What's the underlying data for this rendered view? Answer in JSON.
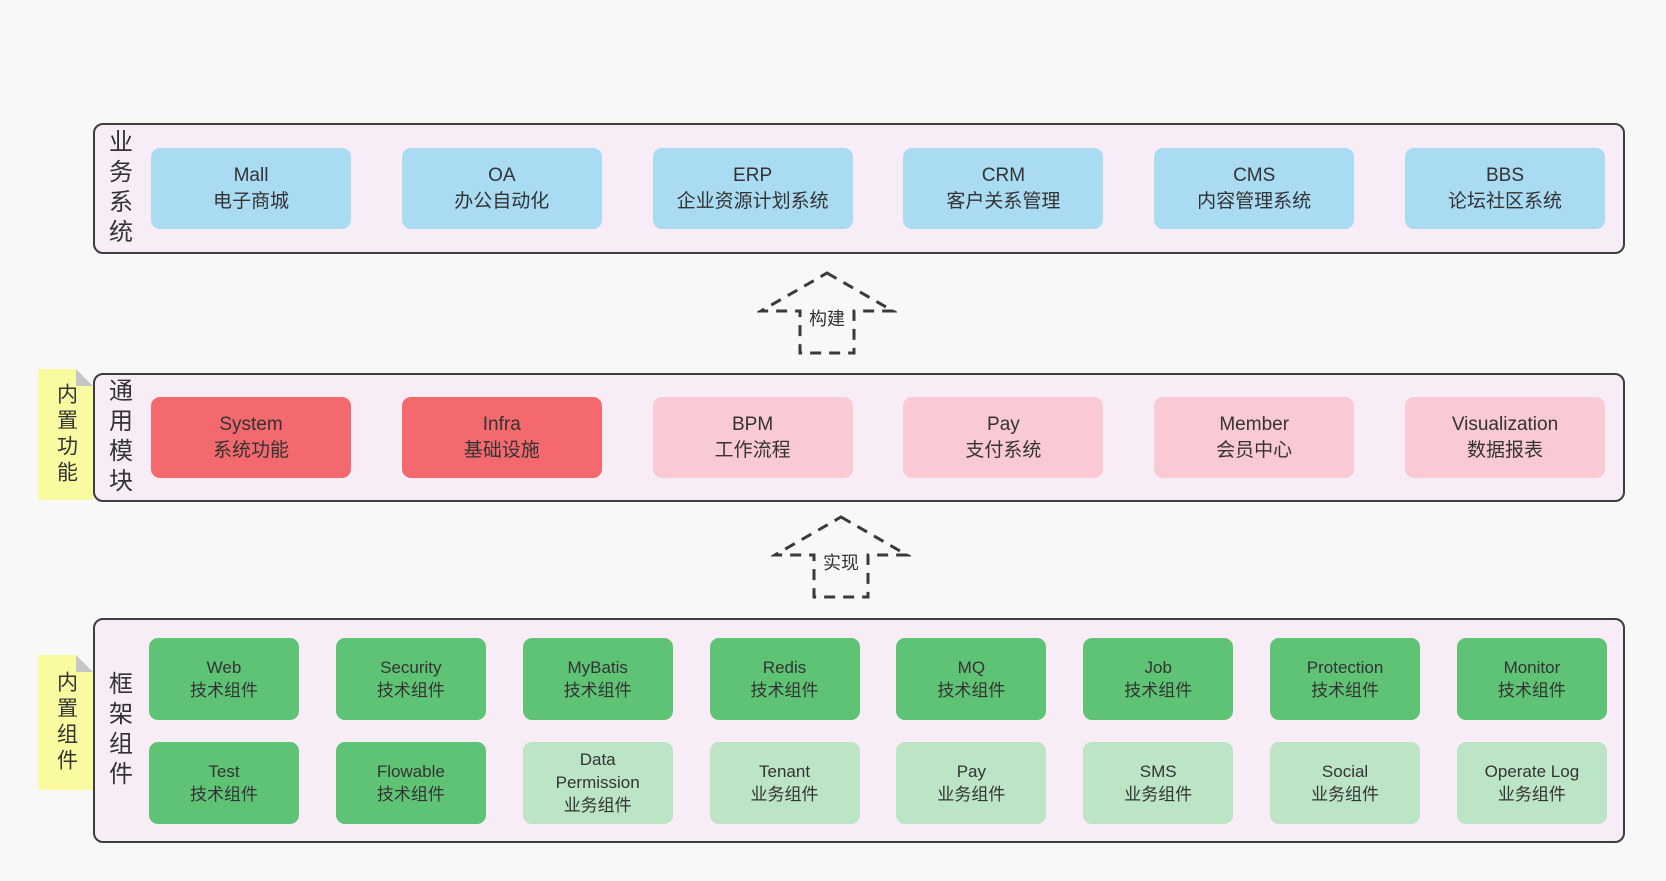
{
  "colors": {
    "page_bg": "#f8f8f8",
    "layer_bg": "#f8edf6",
    "layer_border": "#3d3d3d",
    "blue_box": "#a9dbf3",
    "red_box": "#f3696d",
    "pink_box": "#facad4",
    "green_dark_box": "#5fc376",
    "green_light_box": "#bce5c5",
    "sticky_yellow": "#fafaa1",
    "text": "#333333"
  },
  "diagram": {
    "layers": [
      {
        "label": "业务系统",
        "boxes": [
          {
            "title": "Mall",
            "subtitle": "电子商城"
          },
          {
            "title": "OA",
            "subtitle": "办公自动化"
          },
          {
            "title": "ERP",
            "subtitle": "企业资源计划系统"
          },
          {
            "title": "CRM",
            "subtitle": "客户关系管理"
          },
          {
            "title": "CMS",
            "subtitle": "内容管理系统"
          },
          {
            "title": "BBS",
            "subtitle": "论坛社区系统"
          }
        ]
      },
      {
        "label": "通用模块",
        "sticky": "内置功能",
        "boxes": [
          {
            "title": "System",
            "subtitle": "系统功能"
          },
          {
            "title": "Infra",
            "subtitle": "基础设施"
          },
          {
            "title": "BPM",
            "subtitle": "工作流程"
          },
          {
            "title": "Pay",
            "subtitle": "支付系统"
          },
          {
            "title": "Member",
            "subtitle": "会员中心"
          },
          {
            "title": "Visualization",
            "subtitle": "数据报表"
          }
        ]
      },
      {
        "label": "框架组件",
        "sticky": "内置组件",
        "rows": [
          [
            {
              "title": "Web",
              "subtitle": "技术组件"
            },
            {
              "title": "Security",
              "subtitle": "技术组件"
            },
            {
              "title": "MyBatis",
              "subtitle": "技术组件"
            },
            {
              "title": "Redis",
              "subtitle": "技术组件"
            },
            {
              "title": "MQ",
              "subtitle": "技术组件"
            },
            {
              "title": "Job",
              "subtitle": "技术组件"
            },
            {
              "title": "Protection",
              "subtitle": "技术组件"
            },
            {
              "title": "Monitor",
              "subtitle": "技术组件"
            }
          ],
          [
            {
              "title": "Test",
              "subtitle": "技术组件"
            },
            {
              "title": "Flowable",
              "subtitle": "技术组件"
            },
            {
              "title": "Data Permission",
              "subtitle": "业务组件"
            },
            {
              "title": "Tenant",
              "subtitle": "业务组件"
            },
            {
              "title": "Pay",
              "subtitle": "业务组件"
            },
            {
              "title": "SMS",
              "subtitle": "业务组件"
            },
            {
              "title": "Social",
              "subtitle": "业务组件"
            },
            {
              "title": "Operate Log",
              "subtitle": "业务组件"
            }
          ]
        ]
      }
    ],
    "arrows": [
      {
        "label": "构建"
      },
      {
        "label": "实现"
      }
    ]
  }
}
